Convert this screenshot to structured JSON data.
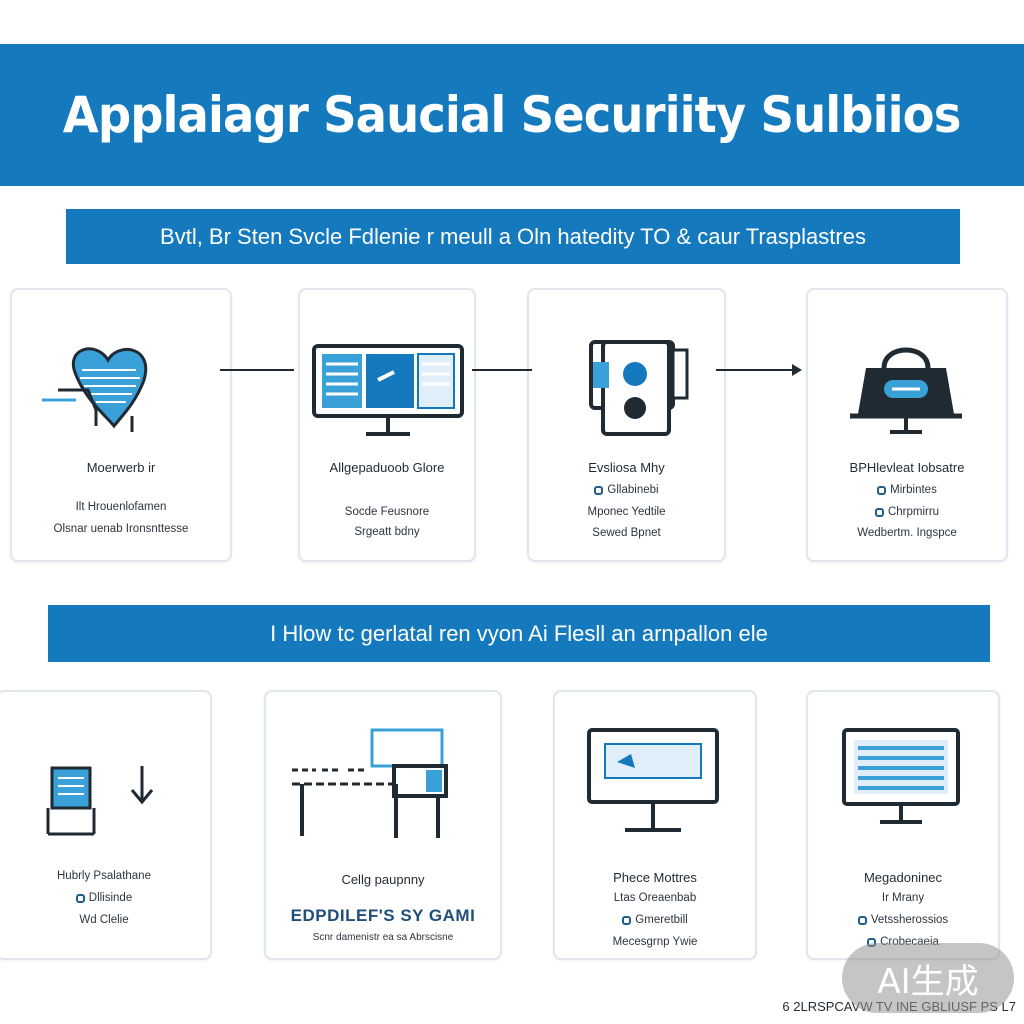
{
  "header": {
    "title": "Applaiagr Saucial Securiity Sulbiios"
  },
  "section1": {
    "banner": "Bvtl, Br Sten Svcle Fdlenie r meull a Oln hatedity TO & caur Trasplastres",
    "cards": [
      {
        "icon": "hands-heart-icon",
        "title": "Moerwerb ir",
        "lines": [
          "Ilt Hrouenlofamen",
          "Olsnar uenab Ironsnttesse"
        ]
      },
      {
        "icon": "monitor-icon",
        "title": "Allgepaduoob Glore",
        "lines": [
          "Socde Feusnore",
          "Srgeatt bdny"
        ]
      },
      {
        "icon": "id-card-icon",
        "title": "Evsliosa Mhy",
        "lines": [
          "Gllabinebi",
          "Mponec Yedtile",
          "Sewed Bpnet"
        ]
      },
      {
        "icon": "handbag-icon",
        "title": "BPHlevleat Iobsatre",
        "lines": [
          "Mirbintes",
          "Chrpmirru",
          "Wedbertm. Ingspce"
        ]
      }
    ]
  },
  "section2": {
    "banner": "I Hlow tc gerlatal ren vyon Ai Flesll an arnpallon ele",
    "cards": [
      {
        "icon": "clipboard-icon",
        "title": "",
        "lines": [
          "Hubrly Psalathane",
          "Dllisinde",
          "Wd Clelie"
        ],
        "big": ""
      },
      {
        "icon": "desk-icon",
        "title": "Cellg paupnny",
        "lines": [],
        "big": "EDPDILEF'S SY GAMI",
        "small": "Scnr damenistr ea sa Abrscisne"
      },
      {
        "icon": "display-icon",
        "title": "Phece Mottres",
        "lines": [
          "Ltas Oreaenbab",
          "Gmeretbill",
          "Mecesgrnp Ywie"
        ]
      },
      {
        "icon": "list-screen-icon",
        "title": "Megadoninec",
        "lines": [
          "Ir Mrany",
          "Vetssherossios",
          "Crobecaeia"
        ]
      }
    ]
  },
  "footer": {
    "text": "6 2LRSPCAVW TV INE GBLIUSF PS L7"
  },
  "watermark": {
    "text": "AI生成"
  },
  "colors": {
    "brand": "#1479bd",
    "accent_light": "#3aa0d8",
    "ink": "#1f2a33"
  }
}
